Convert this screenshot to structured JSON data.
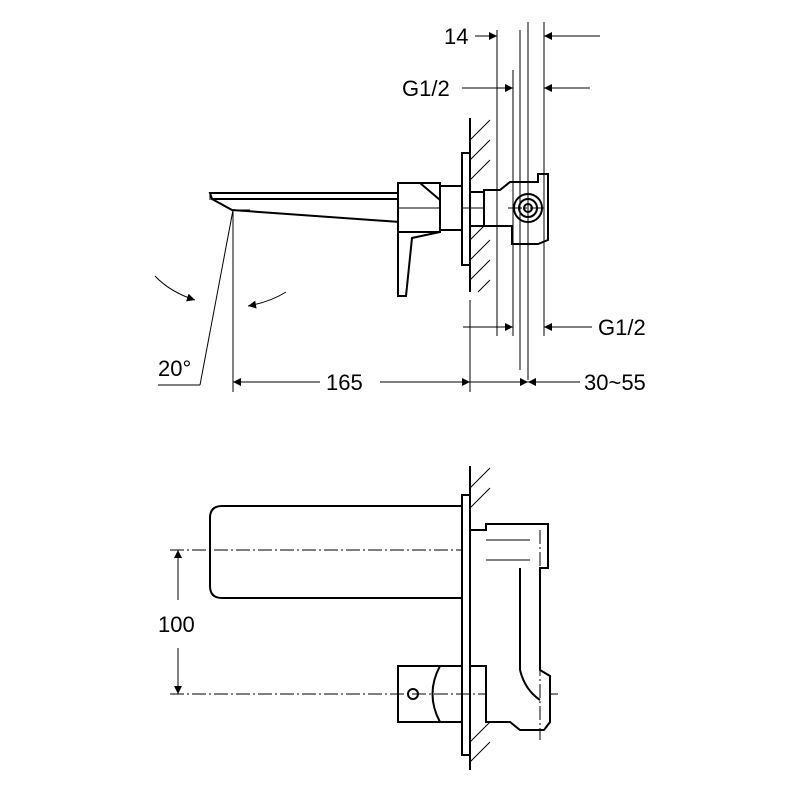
{
  "dimensions": {
    "pipe_spacing": "14",
    "thread_top": "G1/2",
    "thread_bottom": "G1/2",
    "spout_angle": "20°",
    "spout_length": "165",
    "wall_depth": "30~55",
    "vertical_spacing": "100"
  }
}
